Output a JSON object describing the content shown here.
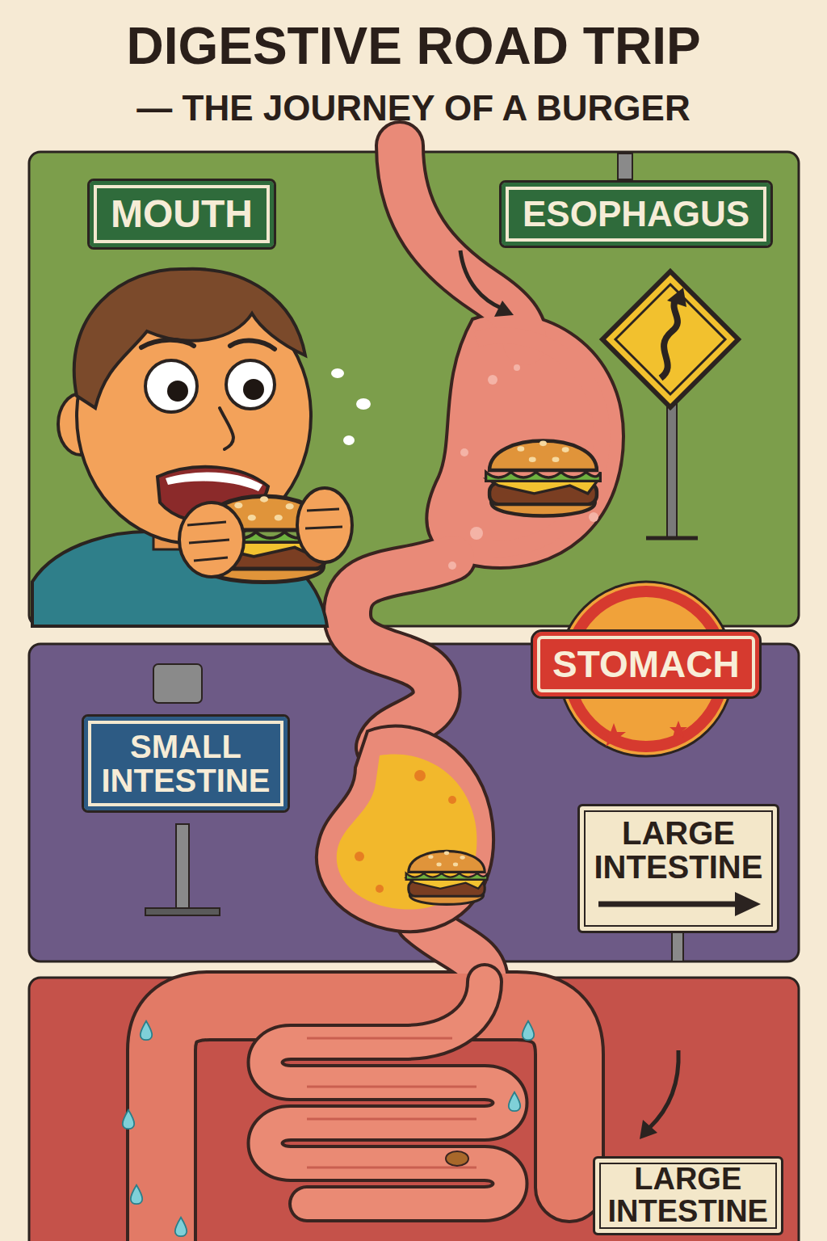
{
  "diagram": {
    "title": "DIGESTIVE ROAD TRIP",
    "nodes": [
      {
        "text": [
          "MOUTH"
        ]
      },
      {
        "text": [
          "ESOPHAGUS"
        ]
      },
      {
        "text": [
          "STOMACH"
        ]
      },
      {
        "text": [
          "SMALL INTESTINE"
        ]
      },
      {
        "text": [
          "LARGE INTESTINE"
        ]
      },
      {
        "text": [
          "LARGE INTESTINE"
        ]
      }
    ],
    "labels": [
      "— THE JOURNEY OF A BURGER"
    ]
  }
}
